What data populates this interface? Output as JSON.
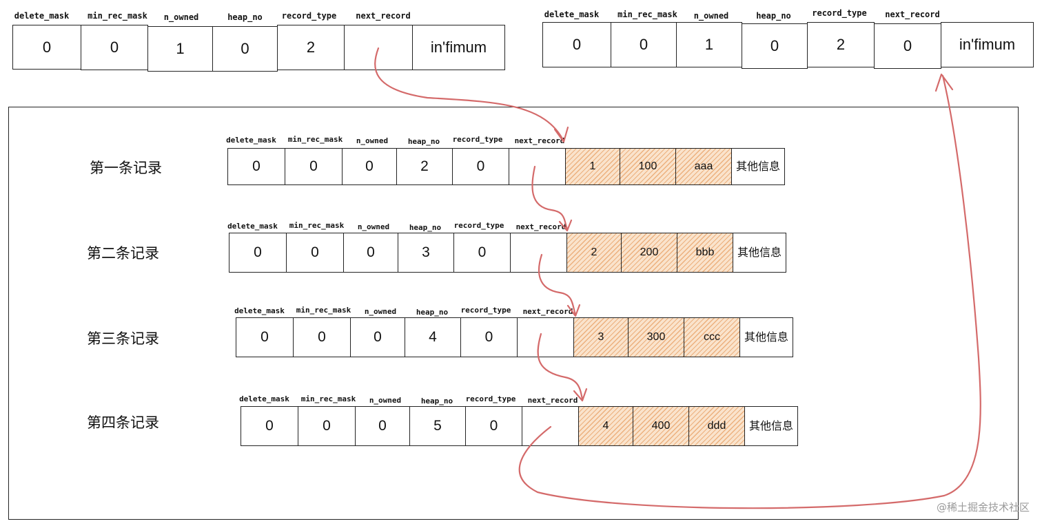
{
  "field_names": [
    "delete_mask",
    "min_rec_mask",
    "n_owned",
    "heap_no",
    "record_type",
    "next_record"
  ],
  "infimum": {
    "values": [
      "0",
      "0",
      "1",
      "0",
      "2",
      ""
    ],
    "name": "in'fimum"
  },
  "supremum": {
    "values": [
      "0",
      "0",
      "1",
      "0",
      "2",
      "0"
    ],
    "name": "in'fimum"
  },
  "records": [
    {
      "label": "第一条记录",
      "values": [
        "0",
        "0",
        "0",
        "2",
        "0",
        ""
      ],
      "data": [
        "1",
        "100",
        "aaa"
      ],
      "other": "其他信息"
    },
    {
      "label": "第二条记录",
      "values": [
        "0",
        "0",
        "0",
        "3",
        "0",
        ""
      ],
      "data": [
        "2",
        "200",
        "bbb"
      ],
      "other": "其他信息"
    },
    {
      "label": "第三条记录",
      "values": [
        "0",
        "0",
        "0",
        "4",
        "0",
        ""
      ],
      "data": [
        "3",
        "300",
        "ccc"
      ],
      "other": "其他信息"
    },
    {
      "label": "第四条记录",
      "values": [
        "0",
        "0",
        "0",
        "5",
        "0",
        ""
      ],
      "data": [
        "4",
        "400",
        "ddd"
      ],
      "other": "其他信息"
    }
  ],
  "watermark": "@稀土掘金技术社区",
  "colors": {
    "arrow": "#d46a6a",
    "hatch": "#e0863c",
    "hatch_bg": "#fae3cc",
    "border": "#222222"
  }
}
